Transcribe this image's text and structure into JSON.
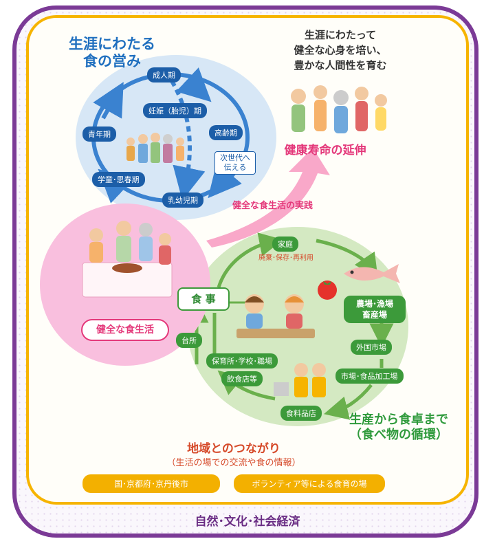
{
  "frames": {
    "outer_label": "自然･文化･社会経済"
  },
  "lifecycle": {
    "title_line1": "生涯にわたる",
    "title_line2": "食の営み",
    "stages": {
      "adult": "成人期",
      "pregnancy": "妊娠（胎児）期",
      "elderly": "高齢期",
      "youth": "青年期",
      "school": "学童･思春期",
      "infant": "乳幼児期"
    },
    "next_generation_note_line1": "次世代へ",
    "next_generation_note_line2": "伝える"
  },
  "goal": {
    "text_line1": "生涯にわたって",
    "text_line2": "健全な心身を培い、",
    "text_line3": "豊かな人間性を育む",
    "headline": "健康寿命の延伸"
  },
  "practice_arrow_label": "健全な食生活の実践",
  "healthy_diet_label": "健全な食生活",
  "food_cycle": {
    "meal": "食 事",
    "home": "家庭",
    "home_sub": "廃棄･保存･再利用",
    "producers_line1": "農場･漁場",
    "producers_line2": "畜産場",
    "foreign_market": "外国市場",
    "market_processing": "市場･食品加工場",
    "food_store": "食料品店",
    "kitchen": "台所",
    "institutions": "保育所･学校･職場",
    "restaurants": "飲食店等",
    "title_line1": "生産から食卓まで",
    "title_line2": "（食べ物の循環）"
  },
  "community": {
    "title": "地域とのつながり",
    "subtitle": "（生活の場での交流や食の情報）",
    "button_government": "国･京都府･京丹後市",
    "button_volunteer": "ボランティア等による食育の場"
  },
  "colors": {
    "purple_frame": "#7b3a96",
    "yellow_frame": "#f6b400",
    "blue": "#1c5ea8",
    "green": "#3c9a3a",
    "pink": "#e4387a"
  }
}
